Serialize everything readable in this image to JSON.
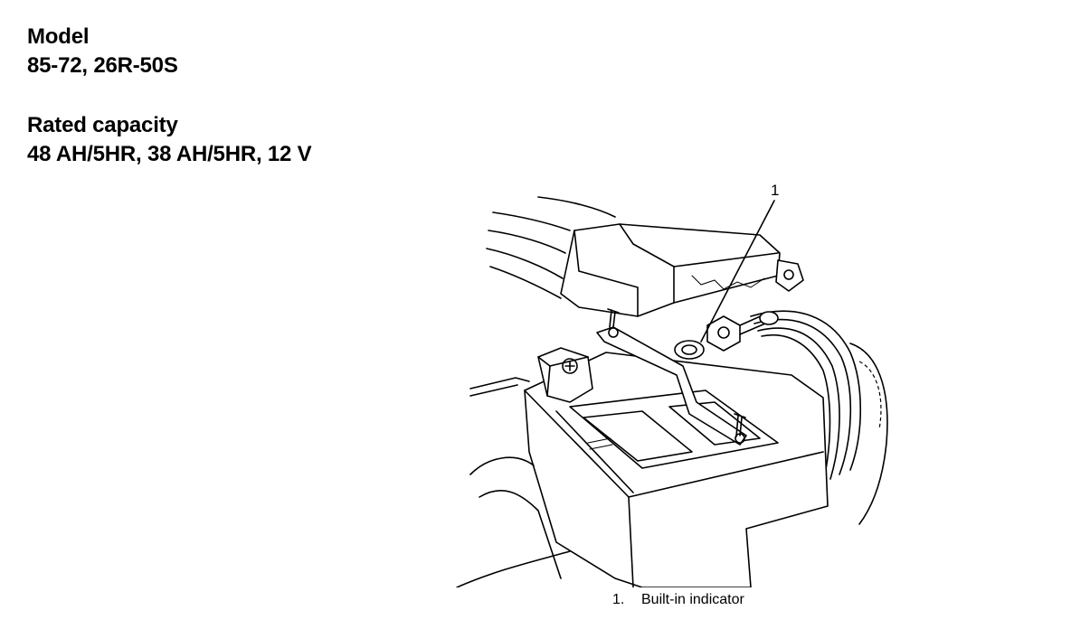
{
  "specs": {
    "model_heading": "Model",
    "model_value": "85-72, 26R-50S",
    "capacity_heading": "Rated capacity",
    "capacity_value": "48 AH/5HR, 38 AH/5HR, 12 V"
  },
  "figure": {
    "callout_number": "1",
    "caption_number": "1.",
    "caption_text": "Built-in indicator"
  }
}
